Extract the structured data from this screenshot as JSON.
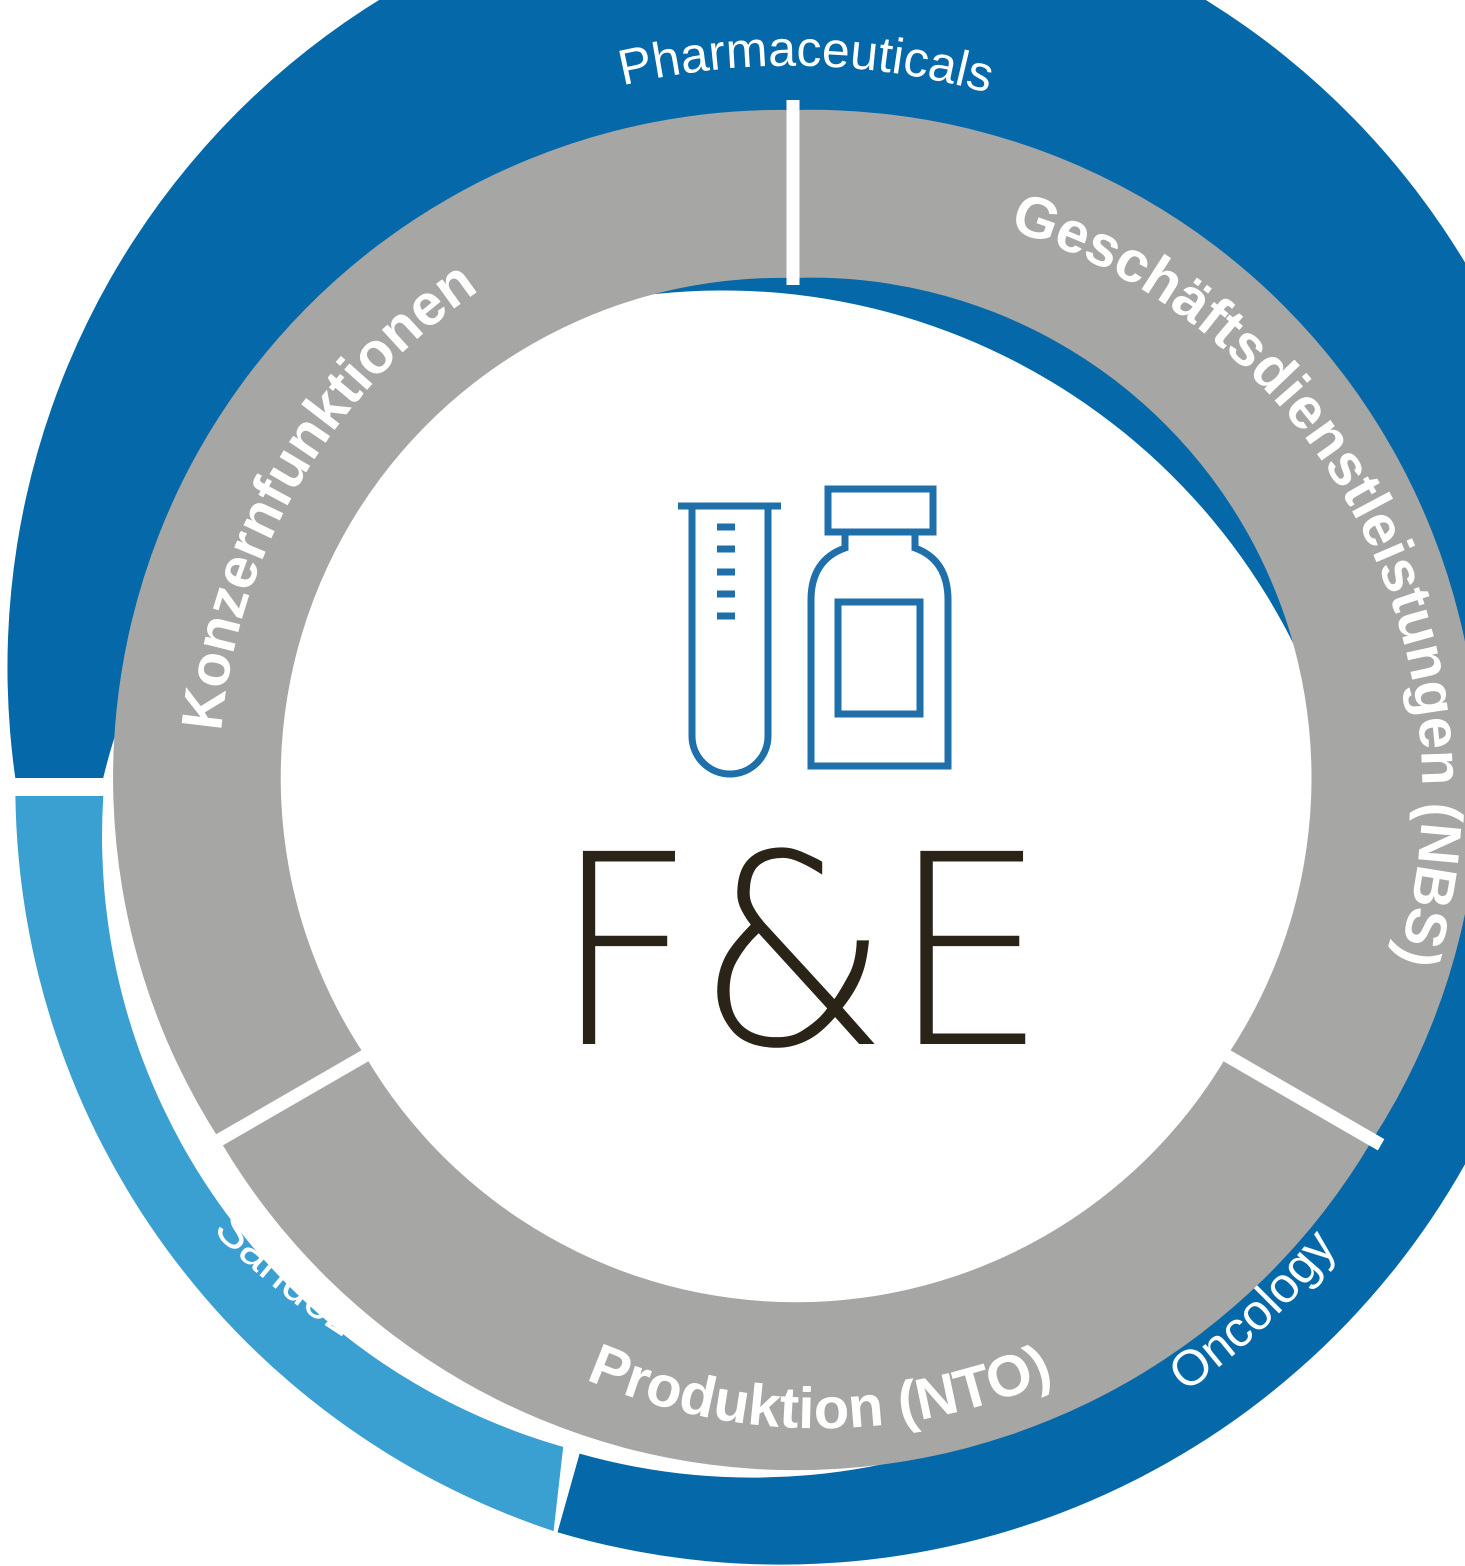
{
  "outer_ring": {
    "pharmaceuticals_label": "Pharmaceuticals",
    "oncology_label": "Oncology",
    "sandoz_label": "Sandoz"
  },
  "inner_ring": {
    "konzern_label": "Konzernfunktionen",
    "nbs_label": "Geschäftsdienstleistungen (NBS)",
    "nto_label": "Produktion (NTO)"
  },
  "center": {
    "title": "F&E",
    "icons": [
      "test-tube-icon",
      "medicine-bottle-icon"
    ]
  },
  "colors": {
    "dark_blue": "#0568a8",
    "light_blue": "#3a9fd1",
    "grey": "#a6a6a5",
    "title": "#2a2418",
    "icon": "#1f6faa"
  }
}
